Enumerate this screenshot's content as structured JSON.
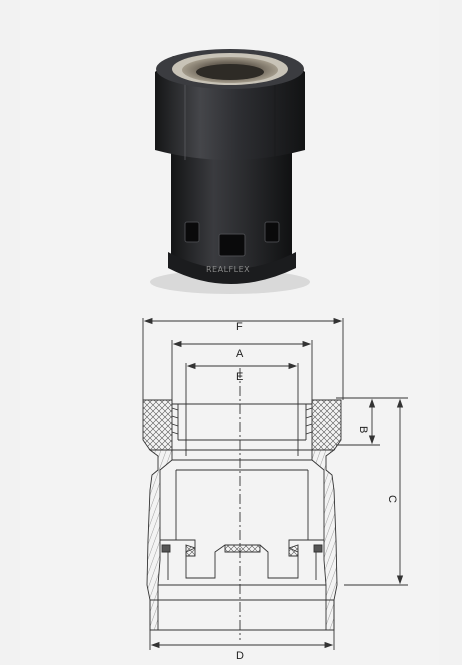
{
  "product": {
    "brand_marking": "REALFLEX"
  },
  "drawing": {
    "dimensions": {
      "F": "F",
      "A": "A",
      "E": "E",
      "B": "B",
      "C": "C",
      "D": "D"
    }
  },
  "colors": {
    "body": "#2a2b2e",
    "ring": "#b9b4a8",
    "line": "#333333"
  }
}
